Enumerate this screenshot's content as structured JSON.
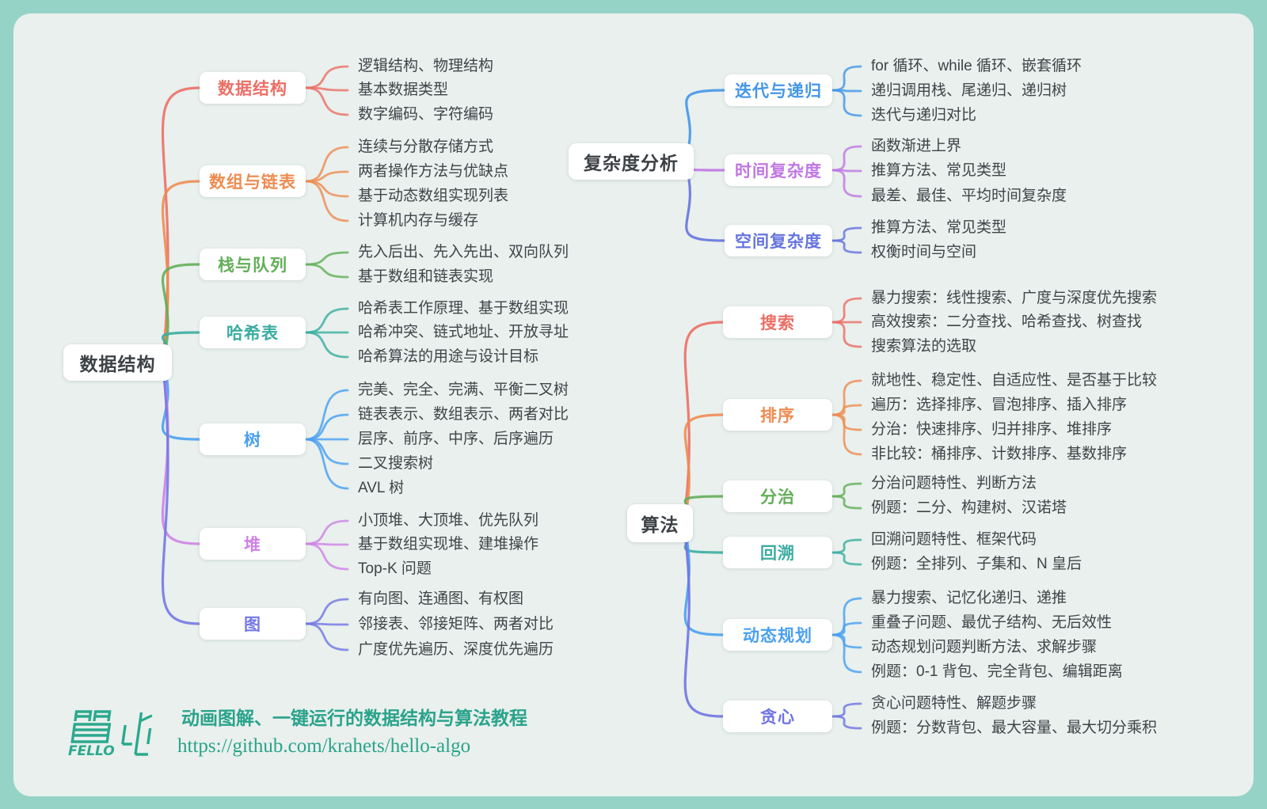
{
  "page": {
    "frame_color": "#96d3c7",
    "panel_color": "#e9f0ed"
  },
  "footer": {
    "logo": "hello-algo-logo",
    "tagline": "动画图解、一键运行的数据结构与算法教程",
    "url": "https://github.com/krahets/hello-algo",
    "accent_color": "#2aa38b"
  },
  "trees": [
    {
      "id": "data-structure",
      "root_label": "数据结构",
      "branches": [
        {
          "label": "数据结构",
          "color": "#ec6f66",
          "items": [
            "逻辑结构、物理结构",
            "基本数据类型",
            "数字编码、字符编码"
          ]
        },
        {
          "label": "数组与链表",
          "color": "#ee8c52",
          "items": [
            "连续与分散存储方式",
            "两者操作方法与优缺点",
            "基于动态数组实现列表",
            "计算机内存与缓存"
          ]
        },
        {
          "label": "栈与队列",
          "color": "#62ae58",
          "items": [
            "先入后出、先入先出、双向队列",
            "基于数组和链表实现"
          ]
        },
        {
          "label": "哈希表",
          "color": "#3bada1",
          "items": [
            "哈希表工作原理、基于数组实现",
            "哈希冲突、链式地址、开放寻址",
            "哈希算法的用途与设计目标"
          ]
        },
        {
          "label": "树",
          "color": "#4aa0f0",
          "items": [
            "完美、完全、完满、平衡二叉树",
            "链表表示、数组表示、两者对比",
            "层序、前序、中序、后序遍历",
            "二叉搜索树",
            "AVL 树"
          ]
        },
        {
          "label": "堆",
          "color": "#ce82e6",
          "items": [
            "小顶堆、大顶堆、优先队列",
            "基于数组实现堆、建堆操作",
            "Top-K 问题"
          ]
        },
        {
          "label": "图",
          "color": "#7478e4",
          "items": [
            "有向图、连通图、有权图",
            "邻接表、邻接矩阵、两者对比",
            "广度优先遍历、深度优先遍历"
          ]
        }
      ]
    },
    {
      "id": "complexity-analysis",
      "root_label": "复杂度分析",
      "branches": [
        {
          "label": "迭代与递归",
          "color": "#4496e8",
          "items": [
            "for 循环、while 循环、嵌套循环",
            "递归调用栈、尾递归、递归树",
            "迭代与递归对比"
          ]
        },
        {
          "label": "时间复杂度",
          "color": "#c077e3",
          "items": [
            "函数渐进上界",
            "推算方法、常见类型",
            "最差、最佳、平均时间复杂度"
          ]
        },
        {
          "label": "空间复杂度",
          "color": "#6673de",
          "items": [
            "推算方法、常见类型",
            "权衡时间与空间"
          ]
        }
      ]
    },
    {
      "id": "algorithms",
      "root_label": "算法",
      "branches": [
        {
          "label": "搜索",
          "color": "#ec6f66",
          "items": [
            "暴力搜索：线性搜索、广度与深度优先搜索",
            "高效搜索：二分查找、哈希查找、树查找",
            "搜索算法的选取"
          ]
        },
        {
          "label": "排序",
          "color": "#ee8c52",
          "items": [
            "就地性、稳定性、自适应性、是否基于比较",
            "遍历：选择排序、冒泡排序、插入排序",
            "分治：快速排序、归并排序、堆排序",
            "非比较：桶排序、计数排序、基数排序"
          ]
        },
        {
          "label": "分治",
          "color": "#62ae58",
          "items": [
            "分治问题特性、判断方法",
            "例题：二分、构建树、汉诺塔"
          ]
        },
        {
          "label": "回溯",
          "color": "#3bada1",
          "items": [
            "回溯问题特性、框架代码",
            "例题：全排列、子集和、N 皇后"
          ]
        },
        {
          "label": "动态规划",
          "color": "#4aa0f0",
          "items": [
            "暴力搜索、记忆化递归、递推",
            "重叠子问题、最优子结构、无后效性",
            "动态规划问题判断方法、求解步骤",
            "例题：0-1 背包、完全背包、编辑距离"
          ]
        },
        {
          "label": "贪心",
          "color": "#6f74e2",
          "items": [
            "贪心问题特性、解题步骤",
            "例题：分数背包、最大容量、最大切分乘积"
          ]
        }
      ]
    }
  ]
}
